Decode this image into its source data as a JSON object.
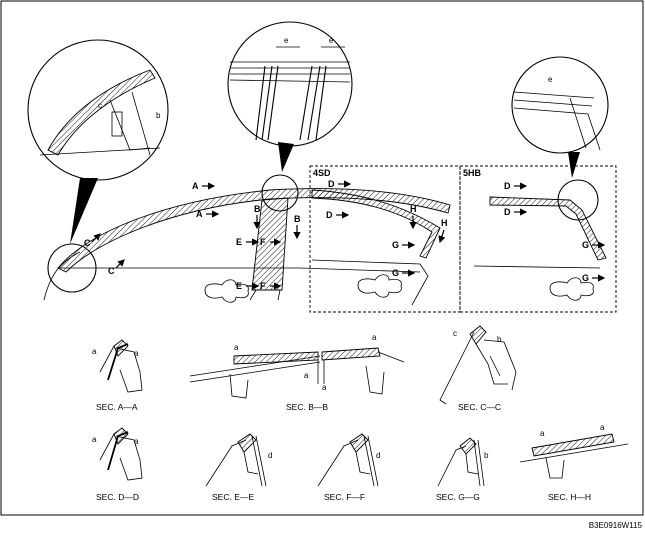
{
  "views": {
    "sd": "4SD",
    "hb": "5HB"
  },
  "labels": {
    "A": "A",
    "B": "B",
    "C": "C",
    "D": "D",
    "E": "E",
    "F": "F",
    "G": "G",
    "H": "H",
    "a": "a",
    "b": "b",
    "c": "c",
    "d": "d",
    "e": "e"
  },
  "sections": {
    "aa": "SEC. A—A",
    "bb": "SEC. B—B",
    "cc": "SEC. C—C",
    "dd": "SEC. D—D",
    "ee": "SEC. E—E",
    "ff": "SEC. F—F",
    "gg": "SEC. G—G",
    "hh": "SEC. H—H"
  },
  "figure_code": "B3E0916W115"
}
